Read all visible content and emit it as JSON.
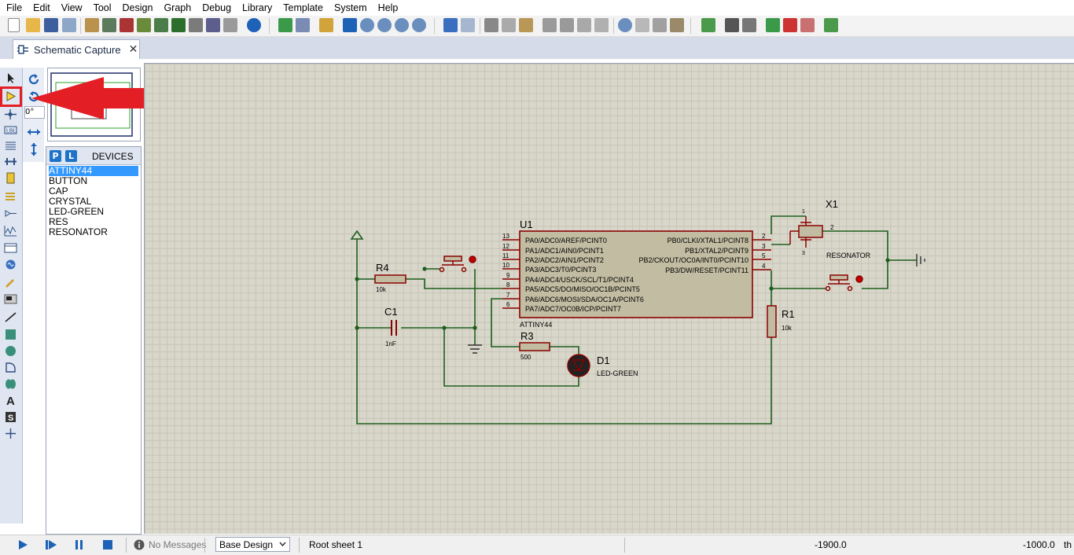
{
  "menu": [
    "File",
    "Edit",
    "View",
    "Tool",
    "Design",
    "Graph",
    "Debug",
    "Library",
    "Template",
    "System",
    "Help"
  ],
  "tab": {
    "label": "Schematic Capture",
    "close": "✕"
  },
  "rotation": {
    "angle": "0°"
  },
  "devices": {
    "p_btn": "P",
    "l_btn": "L",
    "title": "DEVICES",
    "items": [
      "ATTINY44",
      "BUTTON",
      "CAP",
      "CRYSTAL",
      "LED-GREEN",
      "RES",
      "RESONATOR"
    ],
    "selected": "ATTINY44"
  },
  "schematic": {
    "u1": {
      "ref": "U1",
      "part": "ATTINY44",
      "left_pins": [
        {
          "num": "13",
          "name": "PA0/ADC0/AREF/PCINT0"
        },
        {
          "num": "12",
          "name": "PA1/ADC1/AIN0/PCINT1"
        },
        {
          "num": "11",
          "name": "PA2/ADC2/AIN1/PCINT2"
        },
        {
          "num": "10",
          "name": "PA3/ADC3/T0/PCINT3"
        },
        {
          "num": "9",
          "name": "PA4/ADC4/USCK/SCL/T1/PCINT4"
        },
        {
          "num": "8",
          "name": "PA5/ADC5/DO/MISO/OC1B/PCINT5"
        },
        {
          "num": "7",
          "name": "PA6/ADC6/MOSI/SDA/OC1A/PCINT6"
        },
        {
          "num": "6",
          "name": "PA7/ADC7/OC0B/ICP/PCINT7"
        }
      ],
      "right_pins": [
        {
          "num": "2",
          "name": "PB0/CLKI/XTAL1/PCINT8"
        },
        {
          "num": "3",
          "name": "PB1/XTAL2/PCINT9"
        },
        {
          "num": "5",
          "name": "PB2/CKOUT/OC0A/INT0/PCINT10"
        },
        {
          "num": "4",
          "name": "PB3/DW/RESET/PCINT11"
        }
      ]
    },
    "r4": {
      "ref": "R4",
      "value": "10k"
    },
    "c1": {
      "ref": "C1",
      "value": "1nF"
    },
    "r3": {
      "ref": "R3",
      "value": "500"
    },
    "d1": {
      "ref": "D1",
      "value": "LED-GREEN"
    },
    "r1": {
      "ref": "R1",
      "value": "10k"
    },
    "x1": {
      "ref": "X1",
      "value": "RESONATOR",
      "pin1": "1",
      "pin2": "2",
      "pin3": "3"
    }
  },
  "status": {
    "messages": "No Messages",
    "design": "Base Design",
    "sheet": "Root sheet 1",
    "coord_x": "-1900.0",
    "coord_y": "-1000.0",
    "unit": "th"
  },
  "colors": {
    "wire": "#1d5e1d",
    "component": "#8b0000",
    "grid_bg": "#d9d7ca",
    "highlight": "#e31e24"
  }
}
